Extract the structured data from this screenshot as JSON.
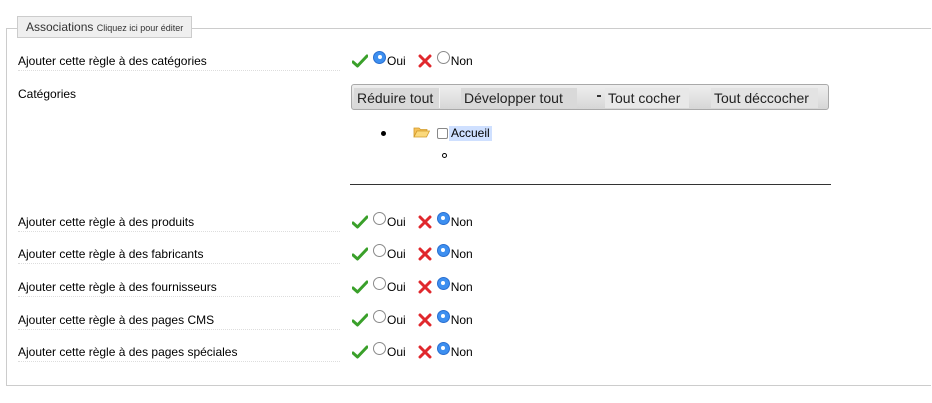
{
  "legend": {
    "title": "Associations",
    "hint": "Cliquez ici pour éditer"
  },
  "rows": [
    {
      "label": "Ajouter cette règle à des catégories",
      "selected": "oui"
    },
    {
      "label": "Ajouter cette règle à des produits",
      "selected": "non"
    },
    {
      "label": "Ajouter cette règle à des fabricants",
      "selected": "non"
    },
    {
      "label": "Ajouter cette règle à des fournisseurs",
      "selected": "non"
    },
    {
      "label": "Ajouter cette règle à des pages CMS",
      "selected": "non"
    },
    {
      "label": "Ajouter cette règle à des pages spéciales",
      "selected": "non"
    }
  ],
  "radio": {
    "yes": "Oui",
    "no": "Non"
  },
  "categories": {
    "label": "Catégories",
    "toolbar": {
      "collapse": "Réduire tout",
      "expand": "Développer tout",
      "check_all": "Tout cocher",
      "uncheck_all": "Tout déccocher"
    },
    "tree_root": "Accueil"
  },
  "colors": {
    "check": "#3aa02a",
    "cross": "#e0282d",
    "radio_on": "#3d8ff0",
    "highlight": "#cfe0ff"
  }
}
